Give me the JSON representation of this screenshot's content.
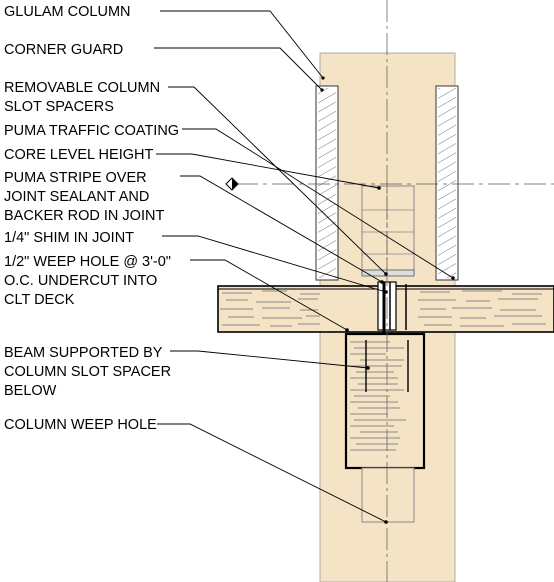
{
  "labels": {
    "glulam_column": "GLULAM COLUMN",
    "corner_guard": "CORNER GUARD",
    "removable_spacers_1": "REMOVABLE COLUMN",
    "removable_spacers_2": "SLOT SPACERS",
    "traffic_coating": "PUMA TRAFFIC COATING",
    "core_level": "CORE LEVEL HEIGHT",
    "stripe_1": "PUMA STRIPE OVER",
    "stripe_2": "JOINT SEALANT AND",
    "stripe_3": "BACKER ROD IN JOINT",
    "shim": "1/4\" SHIM IN JOINT",
    "weep_1": "1/2\" WEEP HOLE @ 3'-0\"",
    "weep_2": "O.C. UNDERCUT INTO",
    "weep_3": "CLT DECK",
    "beam_1": "BEAM SUPPORTED BY",
    "beam_2": "COLUMN SLOT SPACER",
    "beam_3": "BELOW",
    "column_weep": "COLUMN WEEP HOLE"
  },
  "colors": {
    "wood": "#f4e3c5",
    "ink": "#000000",
    "grain": "#8a8a8a"
  }
}
